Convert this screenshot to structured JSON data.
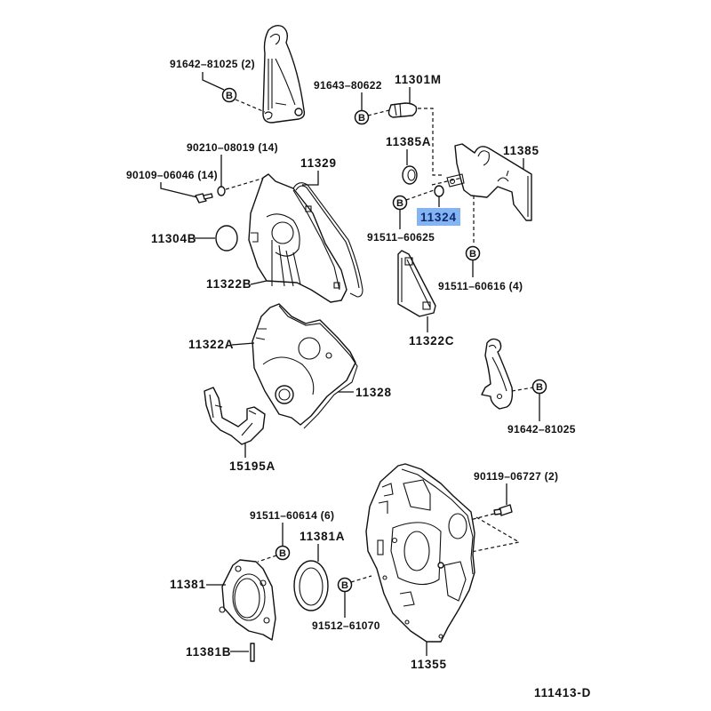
{
  "diagram": {
    "title_code": "111413-D",
    "highlight_color": "#84b4f2",
    "highlight_text_color": "#0d2a6e",
    "bolt_marker_letter": "B",
    "labels": {
      "p91642_81025_2": "91642–81025 (2)",
      "p91643_80622": "91643–80622",
      "p11301M": "11301M",
      "p90210_08019": "90210–08019 (14)",
      "p90109_06046": "90109–06046 (14)",
      "p11329": "11329",
      "p11385A": "11385A",
      "p11385": "11385",
      "p11324": "11324",
      "p91511_60625": "91511–60625",
      "p91511_60616": "91511–60616 (4)",
      "p11304B": "11304B",
      "p11322B": "11322B",
      "p11322C": "11322C",
      "p11322A": "11322A",
      "p11328": "11328",
      "p15195A": "15195A",
      "p91642_81025": "91642–81025",
      "p90119_06727": "90119–06727 (2)",
      "p91511_60614": "91511–60614 (6)",
      "p11381A": "11381A",
      "p11381": "11381",
      "p91512_61070": "91512–61070",
      "p11381B": "11381B",
      "p11355": "11355"
    },
    "selected_part": "11324"
  }
}
